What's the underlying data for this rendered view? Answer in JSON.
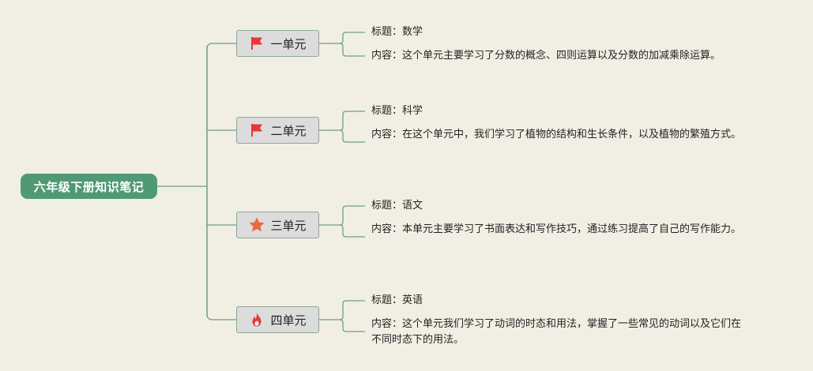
{
  "mindmap": {
    "root": {
      "label": "六年级下册知识笔记"
    },
    "units": [
      {
        "label": "一单元",
        "icon": "red-flag-icon",
        "title": "标题：数学",
        "content": "内容：这个单元主要学习了分数的概念、四则运算以及分数的加减乘除运算。"
      },
      {
        "label": "二单元",
        "icon": "red-flag-icon",
        "title": "标题：科学",
        "content": "内容：在这个单元中，我们学习了植物的结构和生长条件，以及植物的繁殖方式。"
      },
      {
        "label": "三单元",
        "icon": "orange-star-icon",
        "title": "标题：语文",
        "content": "内容：本单元主要学习了书面表达和写作技巧，通过练习提高了自己的写作能力。"
      },
      {
        "label": "四单元",
        "icon": "red-fire-icon",
        "title": "标题：英语",
        "content": "内容：这个单元我们学习了动词的时态和用法，掌握了一些常见的动词以及它们在不同时态下的用法。"
      }
    ]
  },
  "colors": {
    "background": "#f1efe4",
    "root_fill": "#4f9a74",
    "connector": "#6f9d86",
    "node_fill": "#dcdcdc",
    "flag_red": "#e53935",
    "star_orange": "#e8693f",
    "fire_red": "#e53935"
  }
}
